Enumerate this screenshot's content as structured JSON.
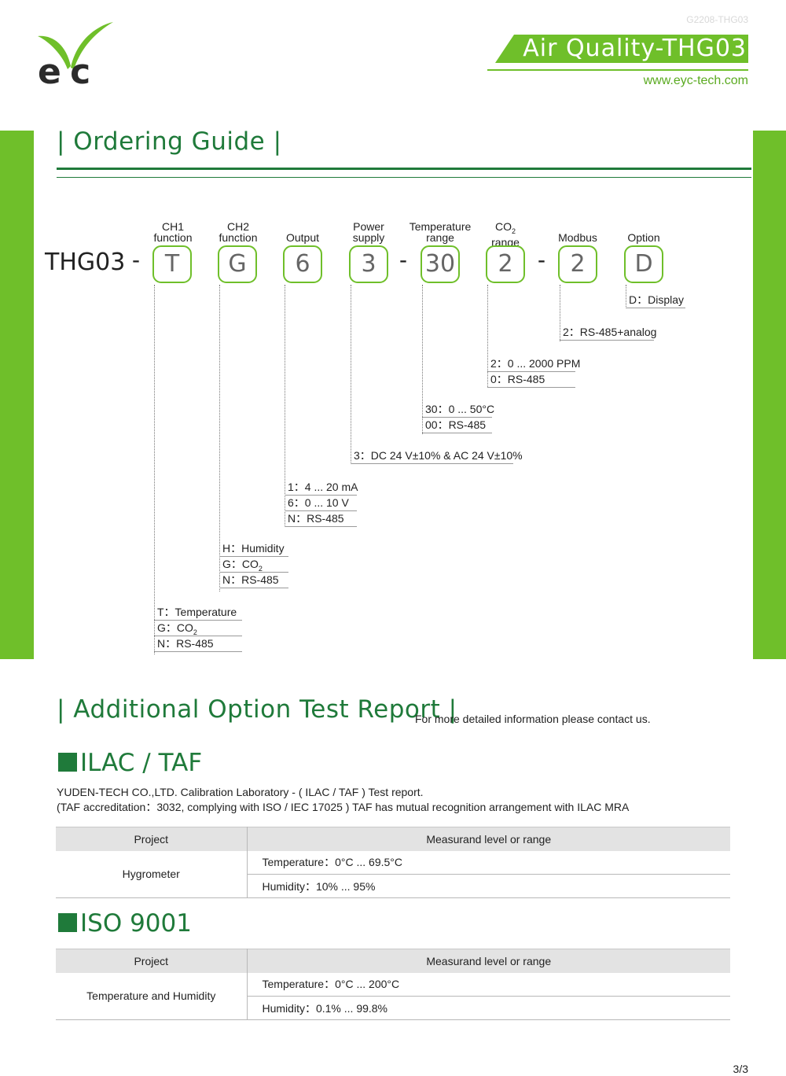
{
  "header": {
    "logo_text": "e c",
    "doc_code": "G2208-THG03",
    "title": "Air Quality-THG03",
    "website": "www.eyc-tech.com"
  },
  "ordering": {
    "title": "| Ordering Guide |",
    "model": "THG03",
    "columns": [
      {
        "label1": "CH1",
        "label2": "function",
        "code": "T"
      },
      {
        "label1": "CH2",
        "label2": "function",
        "code": "G"
      },
      {
        "label1": "",
        "label2": "Output",
        "code": "6"
      },
      {
        "label1": "Power",
        "label2": "supply",
        "code": "3"
      },
      {
        "label1": "Temperature",
        "label2": "range",
        "code": "30"
      },
      {
        "label1": "CO",
        "label1_sub": "2",
        "label2": "range",
        "code": "2"
      },
      {
        "label1": "",
        "label2": "Modbus",
        "code": "2"
      },
      {
        "label1": "",
        "label2": "Option",
        "code": "D"
      }
    ],
    "options": {
      "ch1": [
        "T：Temperature",
        "G：CO",
        "N：RS-485"
      ],
      "ch2": [
        "H：Humidity",
        "G：CO",
        "N：RS-485"
      ],
      "output": [
        "1：4 ... 20 mA",
        "6：0 ... 10 V",
        "N：RS-485"
      ],
      "power": [
        "3：DC 24 V±10% & AC 24 V±10%"
      ],
      "temp": [
        "30：0 ... 50°C",
        "00：RS-485"
      ],
      "co2": [
        "2：0 ... 2000 PPM",
        "0：RS-485"
      ],
      "modbus": [
        "2：RS-485+analog"
      ],
      "option": [
        "D：Display"
      ]
    },
    "co2_sub": "2"
  },
  "report": {
    "title": "| Additional Option Test Report |",
    "note": "For more detailed information please contact us.",
    "ilac": {
      "heading": "ILAC / TAF",
      "line1": "YUDEN-TECH CO.,LTD. Calibration Laboratory - ( ILAC / TAF ) Test report.",
      "line2": "(TAF accreditation：3032, complying with ISO / IEC 17025 ) TAF has mutual recognition arrangement with ILAC MRA",
      "col1": "Project",
      "col2": "Measurand level or range",
      "project": "Hygrometer",
      "row1": "Temperature：0°C ... 69.5°C",
      "row2": "Humidity：10% ... 95%"
    },
    "iso": {
      "heading": "ISO 9001",
      "col1": "Project",
      "col2": "Measurand level or range",
      "project": "Temperature and Humidity",
      "row1": "Temperature：0°C ... 200°C",
      "row2": "Humidity：0.1% ... 99.8%"
    }
  },
  "footer": {
    "page": "3/3"
  },
  "colors": {
    "brand_green": "#1f7a3a",
    "accent_green": "#6fbf2a"
  }
}
